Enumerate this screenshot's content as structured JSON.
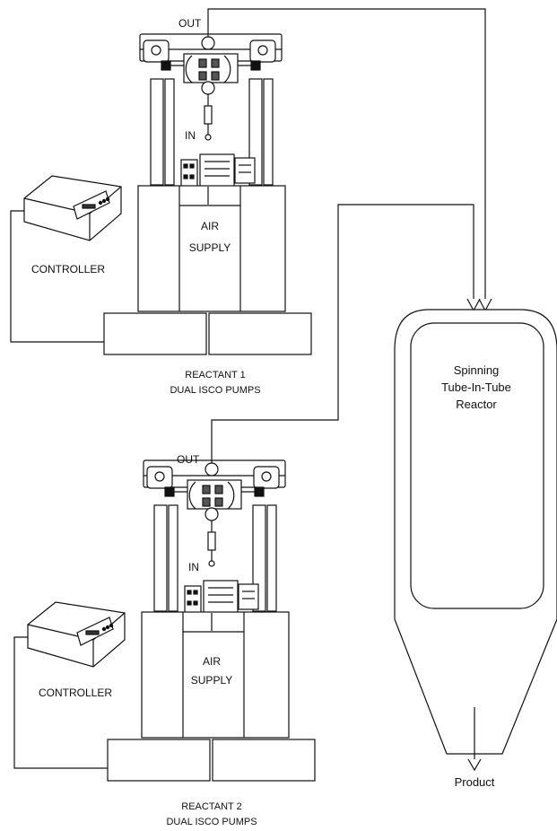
{
  "pumps": [
    {
      "out_label": "OUT",
      "in_label": "IN",
      "air_label_line1": "AIR",
      "air_label_line2": "SUPPLY",
      "controller_label": "CONTROLLER",
      "caption_line1": "REACTANT 1",
      "caption_line2": "DUAL ISCO PUMPS"
    },
    {
      "out_label": "OUT",
      "in_label": "IN",
      "air_label_line1": "AIR",
      "air_label_line2": "SUPPLY",
      "controller_label": "CONTROLLER",
      "caption_line1": "REACTANT 2",
      "caption_line2": "DUAL ISCO PUMPS"
    }
  ],
  "reactor": {
    "label_line1": "Spinning",
    "label_line2": "Tube-In-Tube",
    "label_line3": "Reactor"
  },
  "product_label": "Product"
}
